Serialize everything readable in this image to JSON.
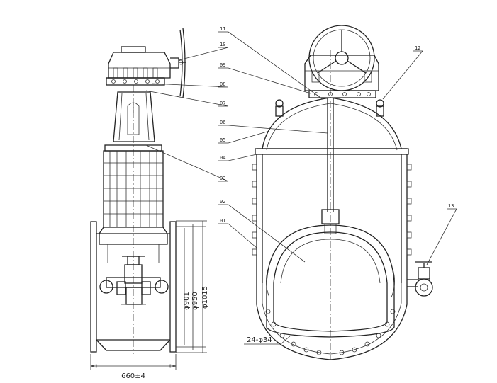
{
  "callouts": [
    "01",
    "02",
    "03",
    "04",
    "05",
    "06",
    "07",
    "08",
    "09",
    "10",
    "11",
    "12",
    "13"
  ],
  "dimensions": {
    "width": "660±4",
    "diameter_inner": "φ901",
    "diameter_mid": "φ950",
    "diameter_outer": "φ1015",
    "bolt_holes": "24-φ34"
  }
}
